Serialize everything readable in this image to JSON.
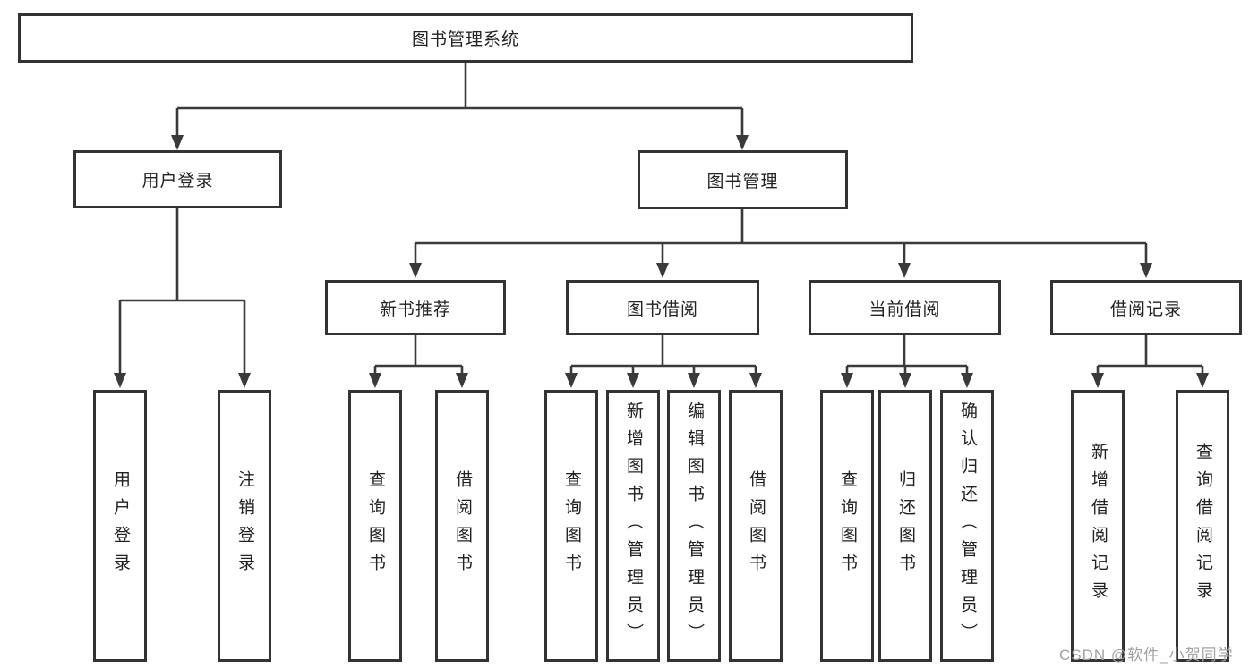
{
  "diagram": {
    "root": {
      "label": "图书管理系统"
    },
    "children": [
      {
        "label": "用户登录",
        "children": [
          {
            "label": "用户登录"
          },
          {
            "label": "注销登录"
          }
        ]
      },
      {
        "label": "图书管理",
        "children": [
          {
            "label": "新书推荐",
            "children": [
              {
                "label": "查询图书"
              },
              {
                "label": "借阅图书"
              }
            ]
          },
          {
            "label": "图书借阅",
            "children": [
              {
                "label": "查询图书"
              },
              {
                "label": "新增图书（管理员）"
              },
              {
                "label": "编辑图书（管理员）"
              },
              {
                "label": "借阅图书"
              }
            ]
          },
          {
            "label": "当前借阅",
            "children": [
              {
                "label": "查询图书"
              },
              {
                "label": "归还图书"
              },
              {
                "label": "确认归还（管理员）"
              }
            ]
          },
          {
            "label": "借阅记录",
            "children": [
              {
                "label": "新增借阅记录"
              },
              {
                "label": "查询借阅记录"
              }
            ]
          }
        ]
      }
    ]
  },
  "watermark": {
    "text": "CSDN @软件_小贺同学"
  },
  "colors": {
    "line": "#3a3a3a",
    "box_border": "#333333",
    "box_fill": "#ffffff",
    "text": "#222222",
    "watermark": "#a2a2a2",
    "background": "#ffffff"
  }
}
